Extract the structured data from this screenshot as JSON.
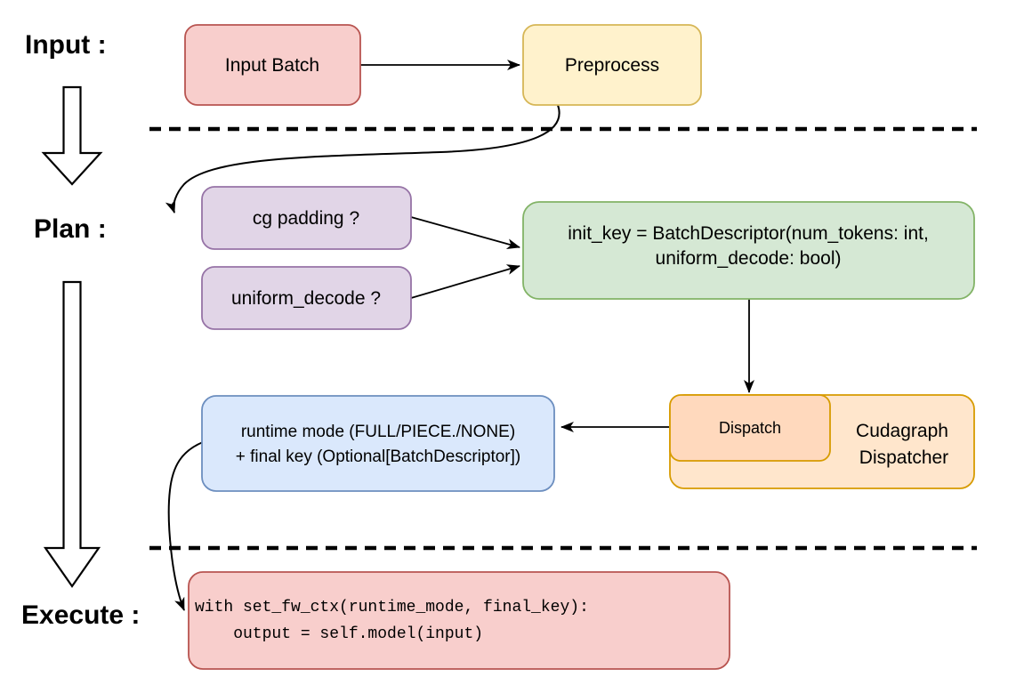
{
  "stage_labels": {
    "input": "Input :",
    "plan": "Plan :",
    "execute": "Execute :"
  },
  "nodes": {
    "input_batch": {
      "label": "Input Batch",
      "fill": "#f8cecc",
      "stroke": "#b85450"
    },
    "preprocess": {
      "label": "Preprocess",
      "fill": "#fff2cc",
      "stroke": "#d6b656"
    },
    "cg_padding": {
      "label": "cg padding ?",
      "fill": "#e1d5e7",
      "stroke": "#9673a6"
    },
    "uniform_decode": {
      "label": "uniform_decode ?",
      "fill": "#e1d5e7",
      "stroke": "#9673a6"
    },
    "init_key": {
      "line1": "init_key = BatchDescriptor(num_tokens: int,",
      "line2": "uniform_decode: bool)",
      "fill": "#d5e8d4",
      "stroke": "#82b366"
    },
    "runtime_mode": {
      "line1": "runtime mode (FULL/PIECE./NONE)",
      "line2": "+ final key (Optional[BatchDescriptor])",
      "fill": "#dae8fc",
      "stroke": "#6c8ebf"
    },
    "cudagraph_dispatcher": {
      "line1": "Cudagraph",
      "line2": "Dispatcher",
      "fill": "#ffe6cc",
      "stroke": "#d79b00"
    },
    "dispatch": {
      "label": "Dispatch",
      "fill": "#ffd9bd",
      "stroke": "#d79b00"
    },
    "execute_code": {
      "line1": "with set_fw_ctx(runtime_mode, final_key):",
      "line2": "    output = self.model(input)",
      "fill": "#f8cecc",
      "stroke": "#b85450"
    }
  },
  "connector_color": "#000000"
}
